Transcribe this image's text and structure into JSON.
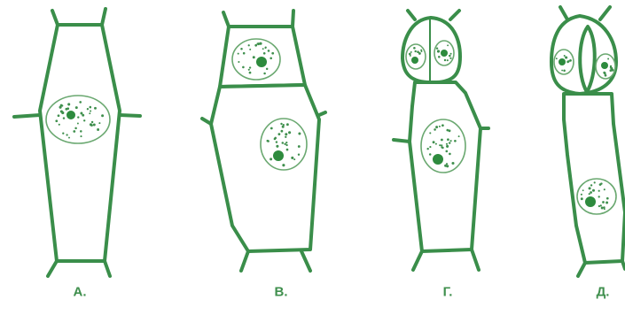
{
  "figure": {
    "panels": [
      {
        "id": "a",
        "label": "А."
      },
      {
        "id": "b",
        "label": "В."
      },
      {
        "id": "g",
        "label": "Г."
      },
      {
        "id": "d",
        "label": "Д."
      }
    ]
  },
  "colors": {
    "cell_outline": "#3a8e4a",
    "cell_fill": "#ffffff",
    "nucleus_outline": "#6aa870",
    "nucleolus": "#2e8b3e",
    "granule": "#3f8f4d",
    "label_text": "#3f8f4d",
    "background": "#ffffff"
  }
}
